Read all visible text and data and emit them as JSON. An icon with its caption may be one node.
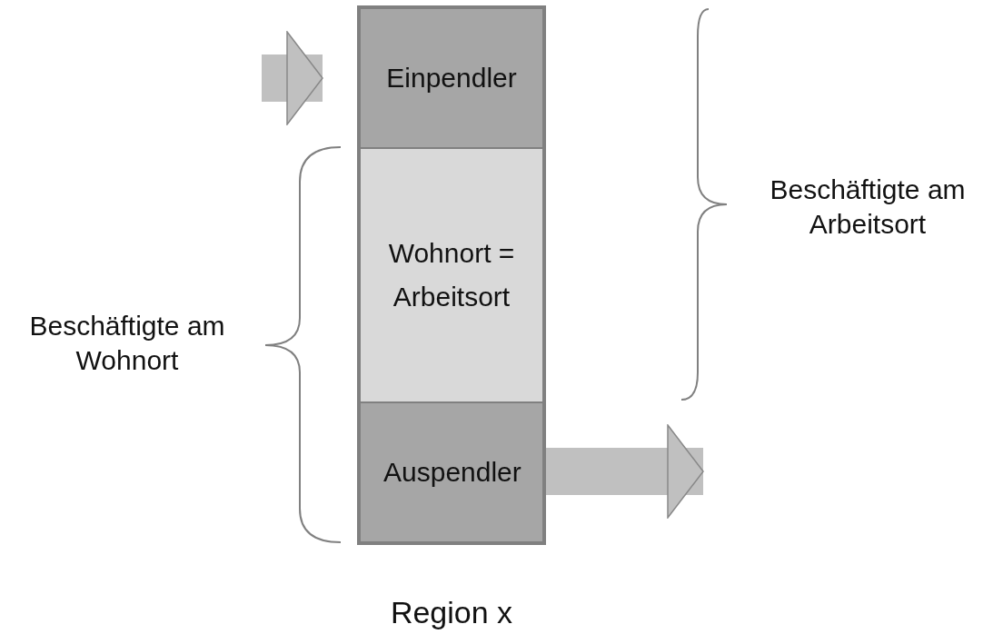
{
  "diagram": {
    "caption": "Region x",
    "nodes": [
      {
        "text": [
          "Einpendler"
        ]
      },
      {
        "text": [
          "Wohnort = Arbeitsort"
        ]
      },
      {
        "text": [
          "Auspendler"
        ]
      }
    ],
    "edges": [
      {
        "from": null,
        "to": 0,
        "arrow": "to"
      },
      {
        "from": 2,
        "to": null,
        "arrow": "to"
      }
    ],
    "labels": [
      "Beschäftigte am Arbeitsort",
      "Beschäftigte am Wohnort"
    ]
  }
}
